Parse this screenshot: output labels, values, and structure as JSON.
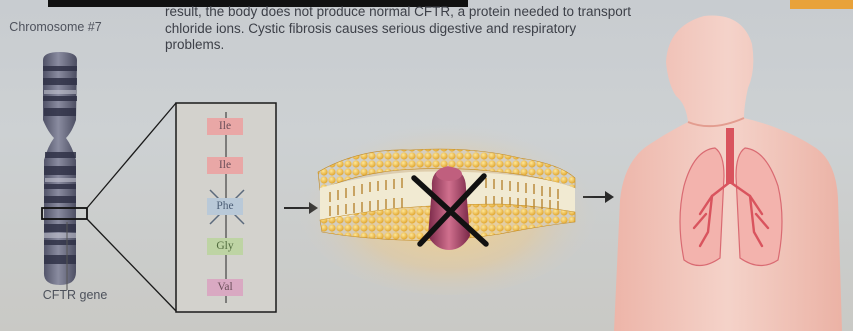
{
  "caption": "result, the body does not produce normal CFTR, a protein needed to transport chloride ions. Cystic fibrosis causes serious digestive and respiratory problems.",
  "chromosome_label": "Chromosome #7",
  "gene_label": "CFTR gene",
  "amino_acids": [
    {
      "label": "Ile",
      "color": "#e9a7a6",
      "crossed": false
    },
    {
      "label": "Ile",
      "color": "#e9a7a6",
      "crossed": false
    },
    {
      "label": "Phe",
      "color": "#b9c9d8",
      "crossed": true
    },
    {
      "label": "Gly",
      "color": "#bed4a4",
      "crossed": false
    },
    {
      "label": "Val",
      "color": "#d9a9c2",
      "crossed": false
    }
  ],
  "colors": {
    "chromosome": "#6a6c80",
    "membrane_head": "#f1c34d",
    "channel_protein": "#b24a6c",
    "lungs": "#d96a72",
    "body_skin": "#f4c3b9",
    "corner_tab": "#e8a23a"
  },
  "icons": [
    "chromosome-icon",
    "cell-membrane-icon",
    "protein-channel-icon",
    "cross-mark-icon",
    "human-torso-icon",
    "lungs-icon",
    "arrow-right-icon"
  ]
}
